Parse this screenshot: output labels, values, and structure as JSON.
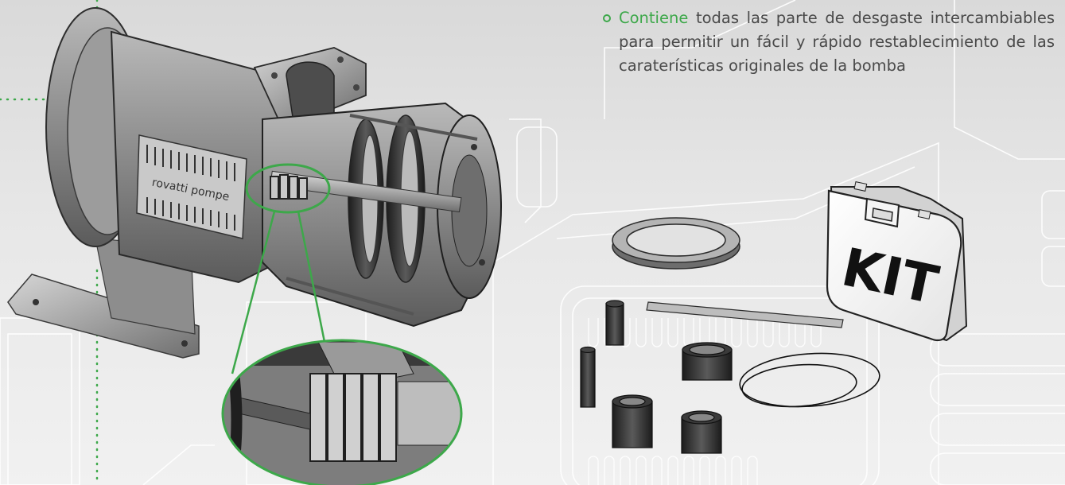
{
  "feature": {
    "highlight": "Contiene",
    "text": " todas las parte de desgaste intercambiables para permitir un fácil y rápido restablecimiento de las caraterísticas originales de la bomba"
  },
  "pump": {
    "brand_text": "rovatti pompe"
  },
  "kit": {
    "label": "KIT"
  },
  "colors": {
    "accent_green": "#3da84a",
    "background": "#e3e3e3",
    "text": "#4a4a4a"
  }
}
